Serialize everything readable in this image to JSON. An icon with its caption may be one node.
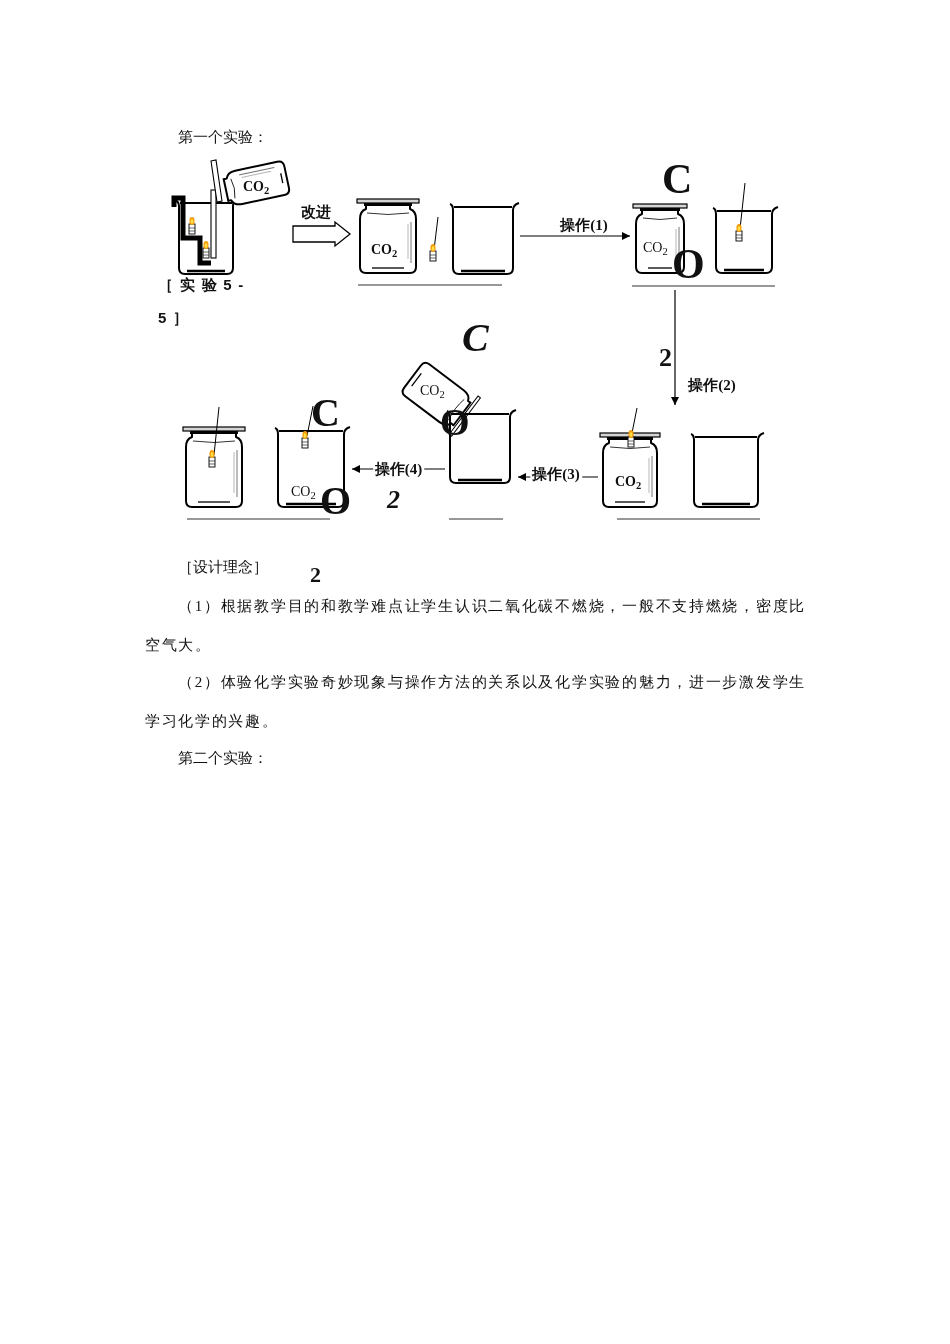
{
  "diagram": {
    "nodes": [
      {
        "text": [
          "CO$_{2}$"
        ],
        "beside": [
          "［实验5-5］"
        ]
      },
      {
        "text": [
          "CO$_{2}$"
        ]
      },
      {
        "text": [
          "CO$_{2}$"
        ]
      },
      {
        "text": [
          "CO$_{2}$"
        ]
      },
      {
        "text": [
          "CO$_{2}$"
        ]
      },
      {
        "text": [],
        "shape": "picture"
      },
      {
        "text": [
          "CO$_{2}$"
        ]
      }
    ],
    "edges": [
      {
        "from": 0,
        "to": 1,
        "arrow": "to",
        "label": "改进",
        "style": "thick"
      },
      {
        "from": 1,
        "to": 2,
        "arrow": "to",
        "label": "操作(1)"
      },
      {
        "from": 2,
        "to": 3,
        "arrow": "to",
        "label": "操作(2)"
      },
      {
        "from": 3,
        "to": 5,
        "arrow": "to",
        "label": "操作(3)"
      },
      {
        "from": 5,
        "to": 6,
        "arrow": "to",
        "label": "操作(4)"
      }
    ],
    "labels": [
      "第一个实验：",
      "C",
      "O",
      "C",
      "2",
      "C",
      "O",
      "O",
      "2",
      "［设计理念］",
      "2",
      "（1）根据教学目的和教学难点让学生认识二氧化碳不燃烧，一般不支持燃烧，密度比空气大。",
      "（2）体验化学实验奇妙现象与操作方法的关系以及化学实验的魅力，进一步激发学生学习化学的兴趣。",
      "第二个实验："
    ]
  }
}
